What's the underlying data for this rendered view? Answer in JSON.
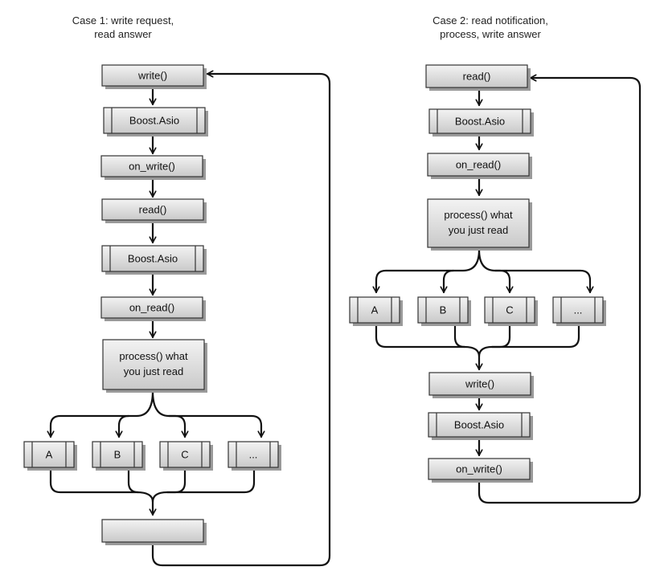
{
  "case1": {
    "title_line1": "Case 1: write request,",
    "title_line2": "read answer",
    "write": "write()",
    "asio1": "Boost.Asio",
    "on_write": "on_write()",
    "read": "read()",
    "asio2": "Boost.Asio",
    "on_read": "on_read()",
    "process_line1": "process() what",
    "process_line2": "you just read",
    "branch_a": "A",
    "branch_b": "B",
    "branch_c": "C",
    "branch_more": "...",
    "end_box": ""
  },
  "case2": {
    "title_line1": "Case 2: read notification,",
    "title_line2": "process, write answer",
    "read": "read()",
    "asio1": "Boost.Asio",
    "on_read": "on_read()",
    "process_line1": "process() what",
    "process_line2": "you just read",
    "branch_a": "A",
    "branch_b": "B",
    "branch_c": "C",
    "branch_more": "...",
    "write": "write()",
    "asio2": "Boost.Asio",
    "on_write": "on_write()"
  },
  "colors": {
    "box_top": "#f3f3f3",
    "box_bottom": "#c9c9c9",
    "edge": "#111111"
  }
}
